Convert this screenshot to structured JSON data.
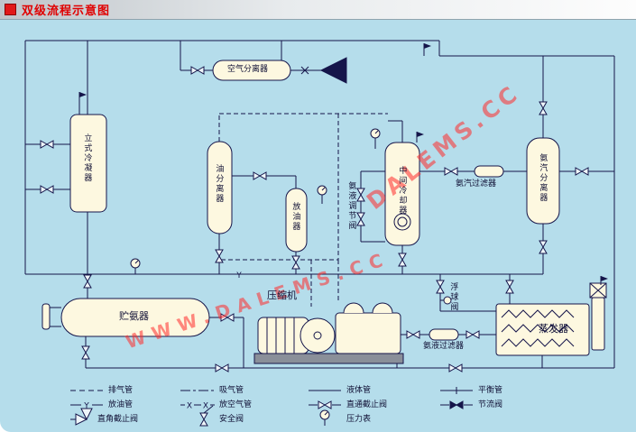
{
  "title": "双级流程示意图",
  "watermarks": {
    "main": "WWW.DALEMS.CC",
    "corner": "DALEMS.CC"
  },
  "glyphs": {
    "oil_line": "Y",
    "air_line": "X"
  },
  "vessels": {
    "air_separator": "空气分离器",
    "vertical_condenser": "立式冷凝器",
    "oil_separator": "油分离器",
    "oil_drainer": "放油器",
    "ammonia_regulating_valve": "氨液调节阀",
    "intermediate_cooler": "中间冷却器",
    "ammonia_vapor_filter": "氨汽过滤器",
    "ammonia_vapor_separator": "氨汽分离器",
    "ammonia_receiver": "贮氨器",
    "compressor": "压缩机",
    "ammonia_liquid_filter": "氨液过滤器",
    "float_valve": "浮球阀",
    "evaporator": "蒸发器"
  },
  "legend": {
    "row1": [
      {
        "label": "排气管"
      },
      {
        "label": "吸气管"
      },
      {
        "label": "液体管"
      },
      {
        "label": "平衡管"
      }
    ],
    "row2": [
      {
        "label": "放油管"
      },
      {
        "label": "放空气管"
      },
      {
        "label": "直通截止阀"
      },
      {
        "label": "节流阀"
      }
    ],
    "row3": [
      {
        "label": "直角截止阀"
      },
      {
        "label": "安全阀"
      },
      {
        "label": "压力表"
      }
    ]
  },
  "colors": {
    "background": "#b5ddeb",
    "vessel_fill": "#fdf8e0",
    "line": "#15154a",
    "title_text": "#e00000",
    "watermark": "#ff2a2a"
  }
}
